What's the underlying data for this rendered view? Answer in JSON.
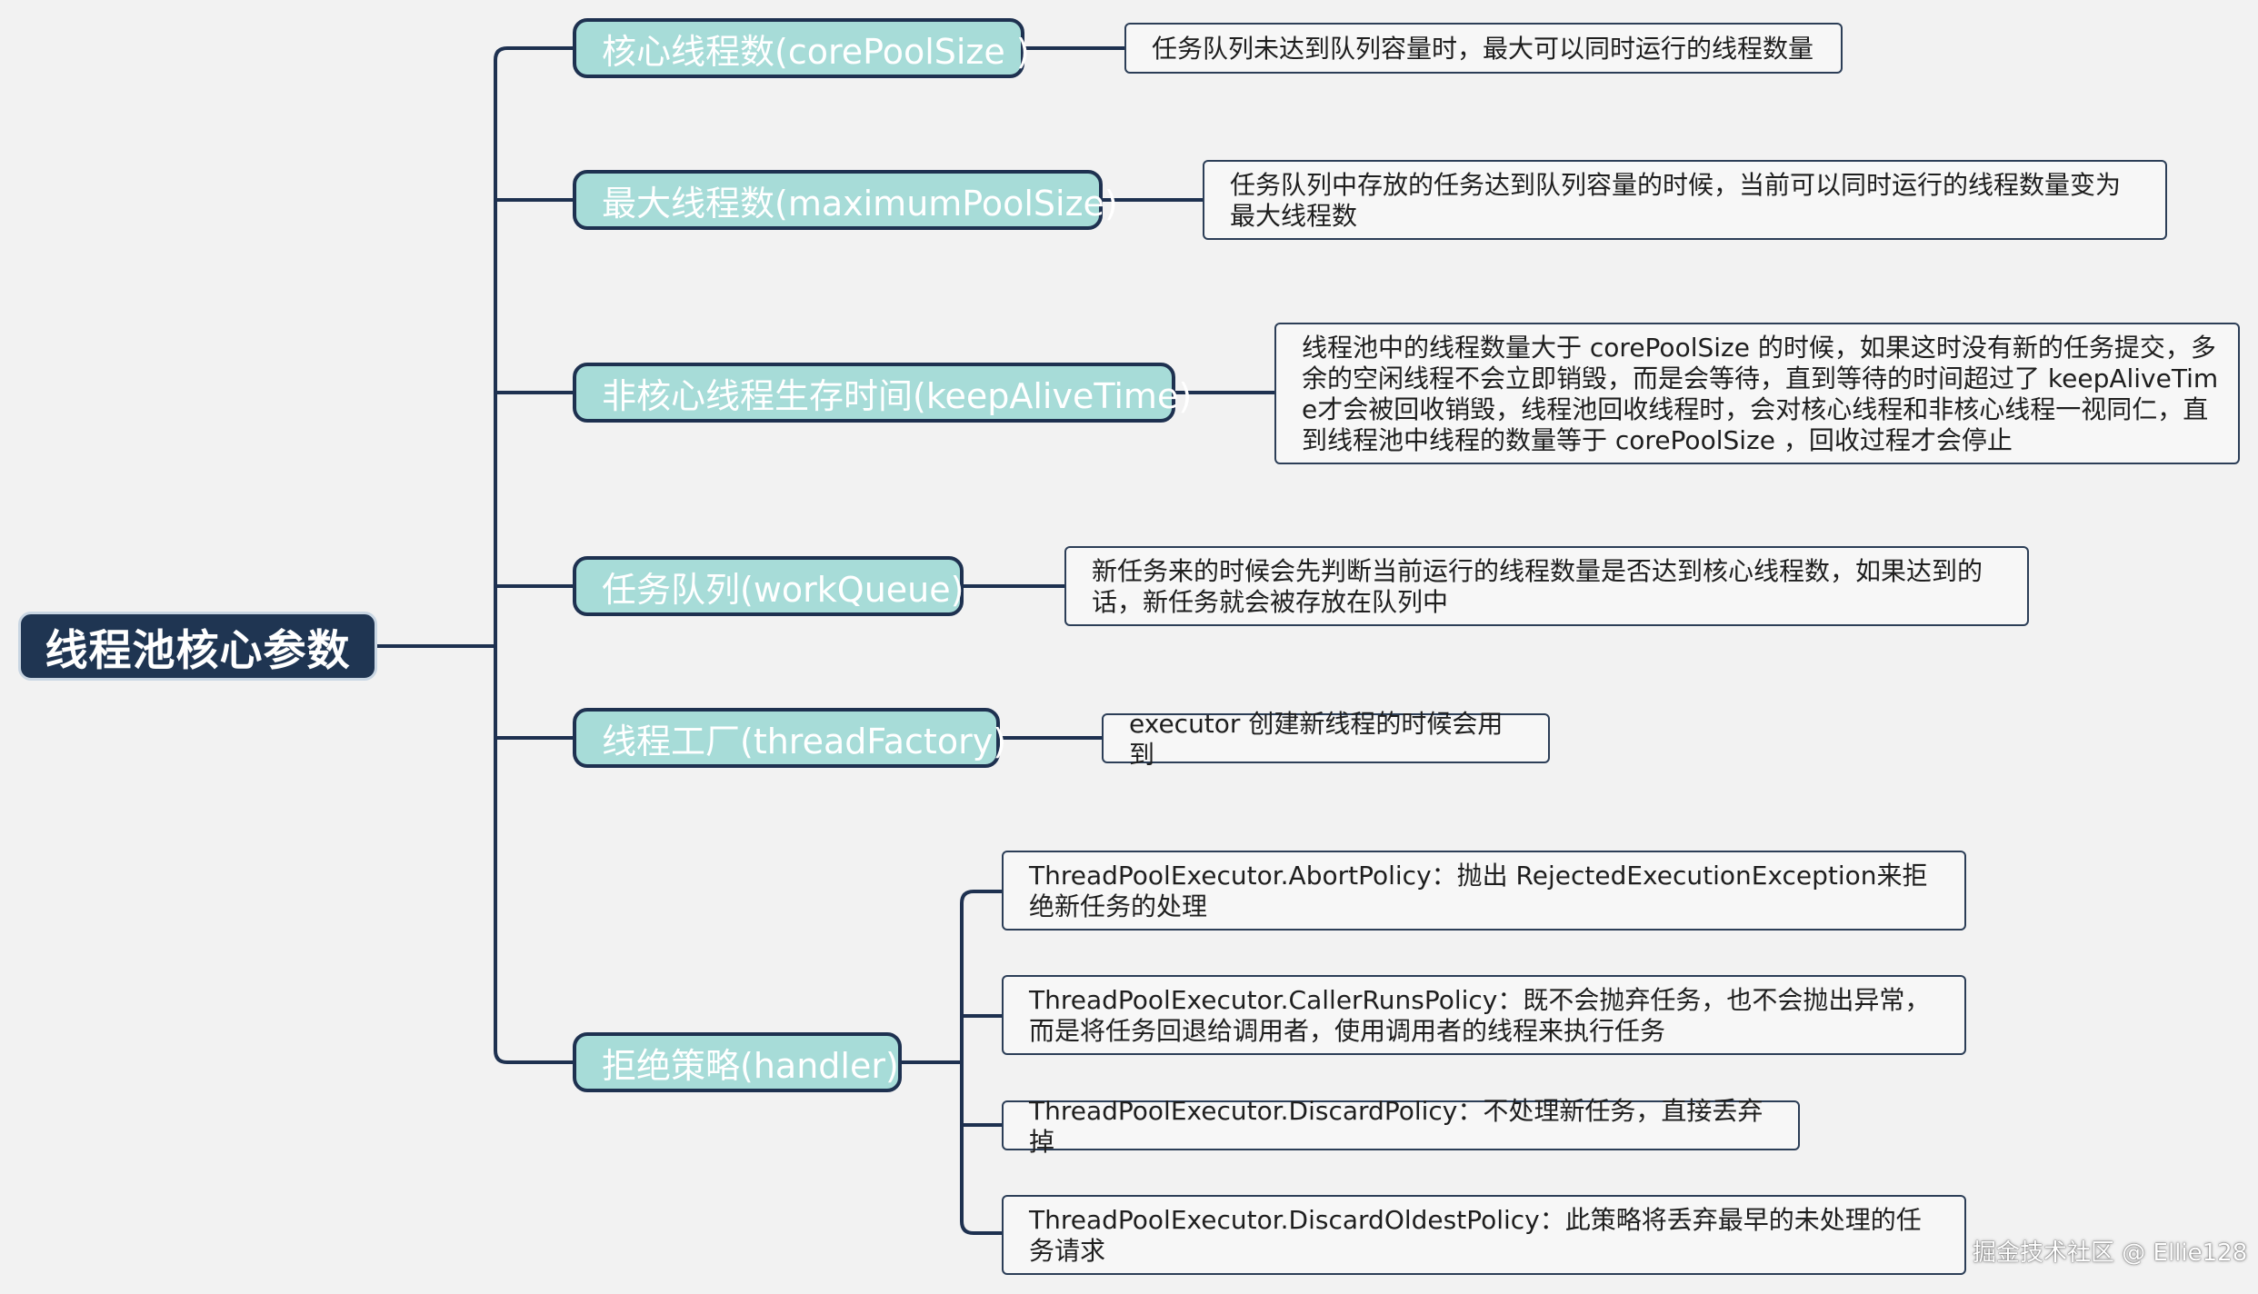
{
  "root": {
    "label": "线程池核心参数"
  },
  "branches": [
    {
      "label": "核心线程数(corePoolSize )",
      "desc": "任务队列未达到队列容量时，最大可以同时运行的线程数量"
    },
    {
      "label": "最大线程数(maximumPoolSize)",
      "desc": "任务队列中存放的任务达到队列容量的时候，当前可以同时运行的线程数量变为最大线程数"
    },
    {
      "label": "非核心线程生存时间(keepAliveTime)",
      "desc": "线程池中的线程数量大于 corePoolSize 的时候，如果这时没有新的任务提交，多余的空闲线程不会立即销毁，而是会等待，直到等待的时间超过了 keepAliveTime才会被回收销毁，线程池回收线程时，会对核心线程和非核心线程一视同仁，直到线程池中线程的数量等于 corePoolSize ，回收过程才会停止"
    },
    {
      "label": "任务队列(workQueue)",
      "desc": "新任务来的时候会先判断当前运行的线程数量是否达到核心线程数，如果达到的话，新任务就会被存放在队列中"
    },
    {
      "label": "线程工厂(threadFactory)",
      "desc": "executor 创建新线程的时候会用到"
    },
    {
      "label": "拒绝策略(handler)"
    }
  ],
  "policies": [
    "ThreadPoolExecutor.AbortPolicy：抛出 RejectedExecutionException来拒绝新任务的处理",
    "ThreadPoolExecutor.CallerRunsPolicy：既不会抛弃任务，也不会抛出异常，而是将任务回退给调用者，使用调用者的线程来执行任务",
    "ThreadPoolExecutor.DiscardPolicy：不处理新任务，直接丢弃掉",
    "ThreadPoolExecutor.DiscardOldestPolicy：此策略将丢弃最早的未处理的任务请求"
  ],
  "watermark": "掘金技术社区 @ Ellie128"
}
